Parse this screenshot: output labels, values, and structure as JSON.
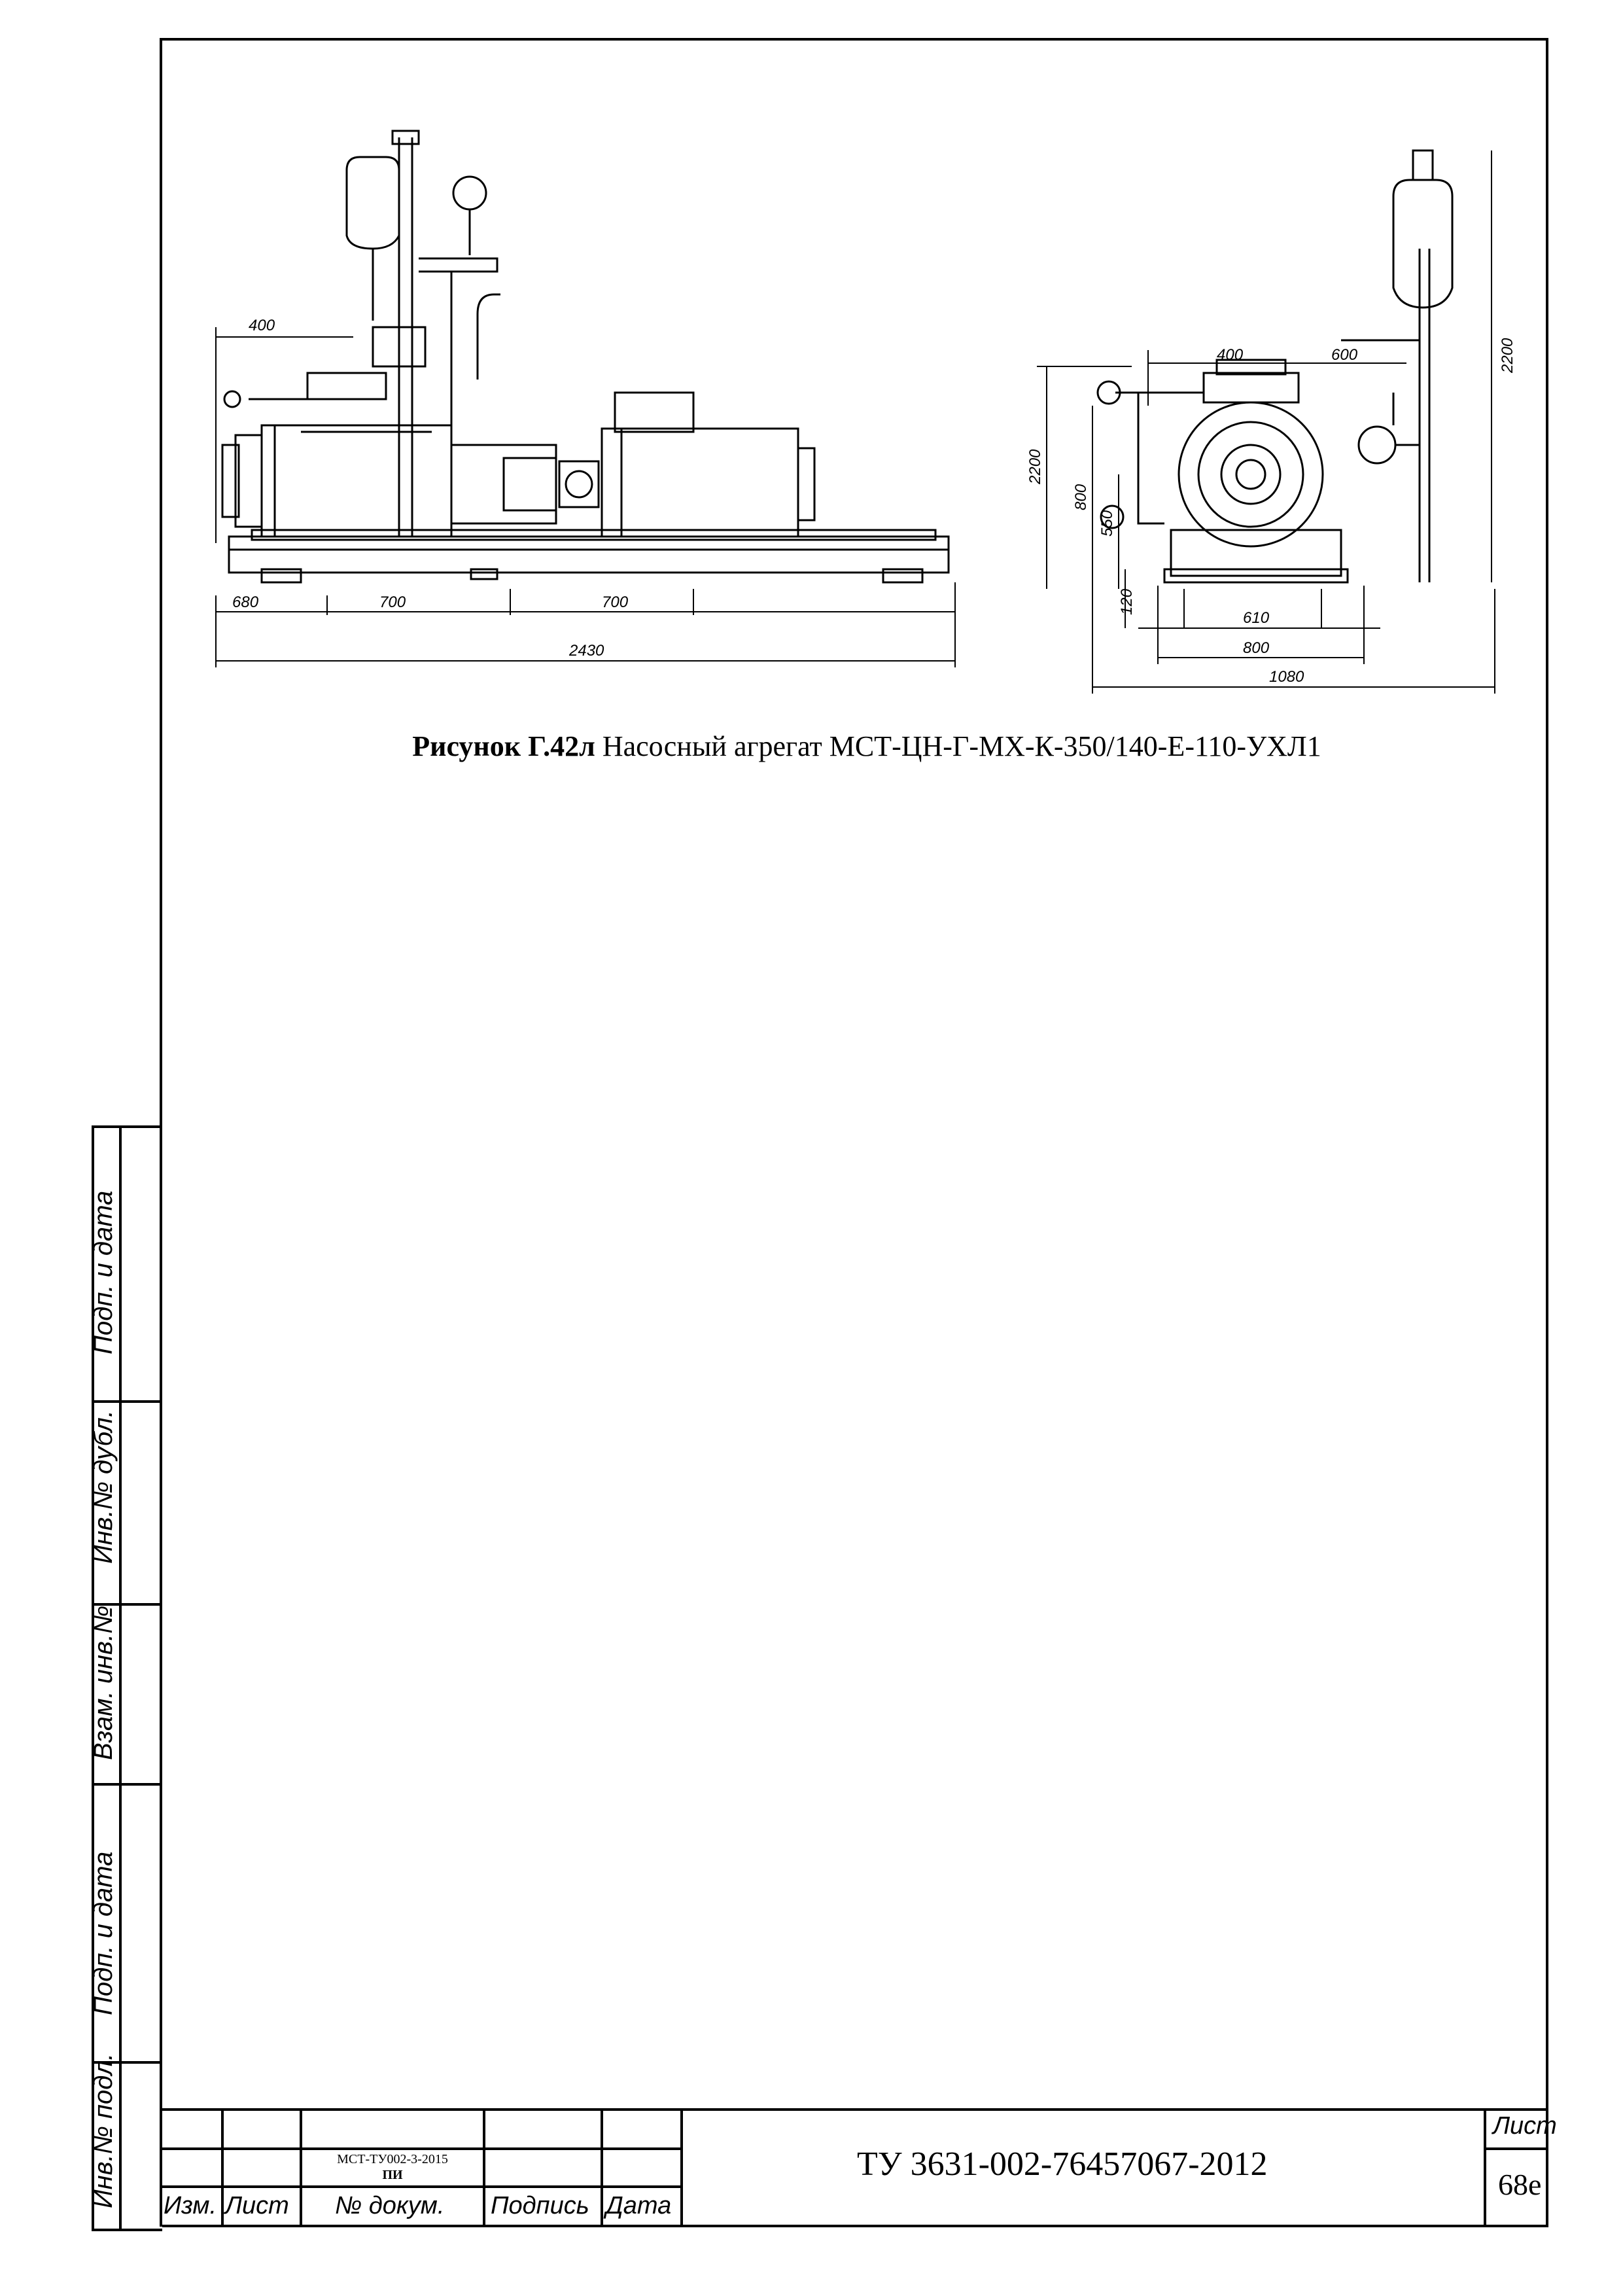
{
  "drawing": {
    "left_dims": {
      "top_400": "400",
      "d680": "680",
      "d700a": "700",
      "d700b": "700",
      "d2430": "2430"
    },
    "right_dims": {
      "d400": "400",
      "d600": "600",
      "d2200_left": "2200",
      "d2200_right": "2200",
      "d800_v": "800",
      "d550": "550",
      "d120": "120",
      "d610": "610",
      "d800": "800",
      "d1080": "1080"
    }
  },
  "caption": {
    "prefix": "Рисунок Г.42л",
    "text": " Насосный агрегат МСТ-ЦН-Г-МХ-К-350/140-Е-110-УХЛ1"
  },
  "side_stamp": {
    "podp_date_1": "Подп. и дата",
    "inv_dubl": "Инв.№ дубл.",
    "vzam_inv": "Взам. инв.№",
    "podp_date_2": "Подп. и дата",
    "inv_podl": "Инв.№ подл."
  },
  "title_block": {
    "doc_ref_line1": "МСТ-ТУ002-3-2015",
    "doc_ref_line2": "ПИ",
    "col_izm": "Изм.",
    "col_list": "Лист",
    "col_doc": "№ докум.",
    "col_sign": "Подпись",
    "col_date": "Дата",
    "designation": "ТУ 3631-002-76457067-2012",
    "sheet_label": "Лист",
    "sheet_number": "68е"
  }
}
